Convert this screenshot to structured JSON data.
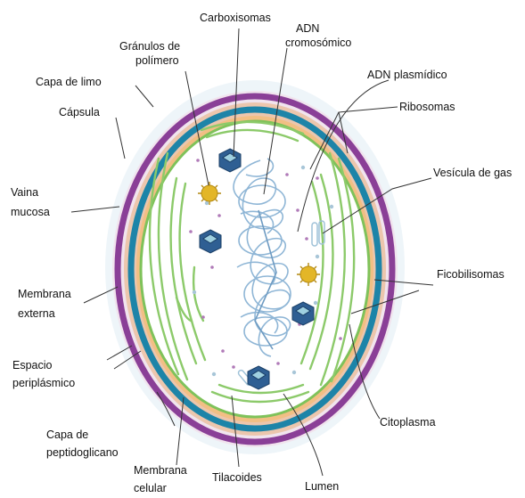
{
  "diagram": {
    "labels": {
      "carboxisomas": "Carboxisomas",
      "adn_cromosomico_1": "ADN",
      "adn_cromosomico_2": "cromosómico",
      "granulos_1": "Gránulos de",
      "granulos_2": "polímero",
      "adn_plasmidico": "ADN plasmídico",
      "capa_limo": "Capa de limo",
      "ribosomas": "Ribosomas",
      "capsula": "Cápsula",
      "vesicula_gas": "Vesícula de gas",
      "vaina_1": "Vaina",
      "vaina_2": "mucosa",
      "ficobilisomas": "Ficobilisomas",
      "membrana_ext_1": "Membrana",
      "membrana_ext_2": "externa",
      "espacio_1": "Espacio",
      "espacio_2": "periplásmico",
      "citoplasma": "Citoplasma",
      "peptidoglicano_1": "Capa de",
      "peptidoglicano_2": "peptidoglicano",
      "membrana_cel_1": "Membrana",
      "membrana_cel_2": "celular",
      "tilacoides": "Tilacoides",
      "lumen": "Lumen"
    },
    "colors": {
      "slime_layer": "#eef5f9",
      "capsule": "#f1e4ee",
      "sheath": "#8a3f97",
      "outer_membrane": "#ecc6ad",
      "periplasm": "#1d84a8",
      "peptidoglycan": "#f2bf84",
      "cell_membrane": "#7fc25a",
      "cytoplasm": "#ffffff",
      "thylakoid": "#8cca6a",
      "dna": "#8fb6d6",
      "carboxysome": "#2f5f93",
      "polymer_granule": "#e3b628",
      "ribosome": "#b07ab8"
    }
  }
}
